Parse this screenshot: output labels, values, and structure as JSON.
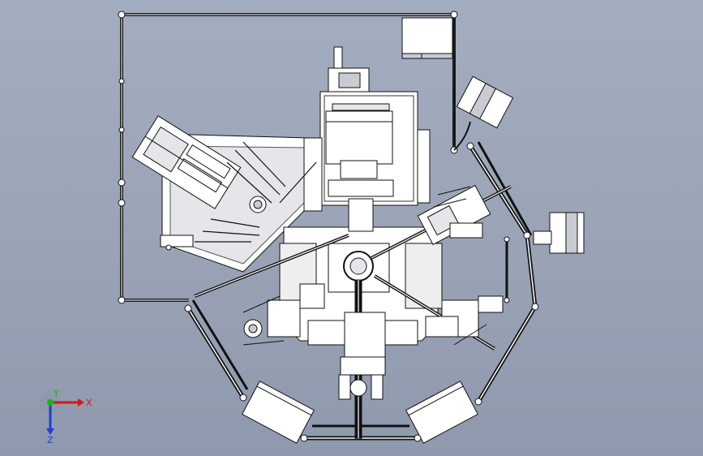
{
  "window": {
    "viewport_background": "#9aa3b6"
  },
  "model": {
    "line_color": "#111111",
    "fill_color": "#ffffff",
    "shade_color": "#c8ccd2",
    "frame_color": "#1a1a1a"
  },
  "triad": {
    "x_label": "X",
    "y_label": "Y",
    "z_label": "Z",
    "x_color": "#d11a1a",
    "y_color": "#1fae1f",
    "z_color": "#1d3fd6"
  }
}
